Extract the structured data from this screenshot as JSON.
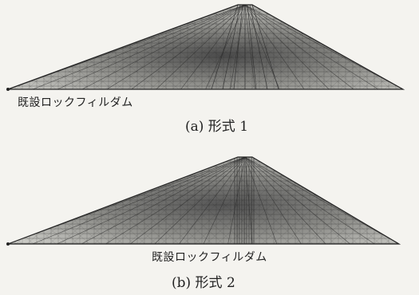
{
  "figures": [
    {
      "label": "既設ロックフィルダム",
      "caption": "(a) 形式 1",
      "core": "sloped"
    },
    {
      "label": "既設ロックフィルダム",
      "caption": "(b) 形式 2",
      "core": "vertical"
    }
  ],
  "colors": {
    "background": "#f4f3ef",
    "mesh_line": "#2b2b2b",
    "shade": "#5a5a5a",
    "light": "#d9d9d4"
  }
}
